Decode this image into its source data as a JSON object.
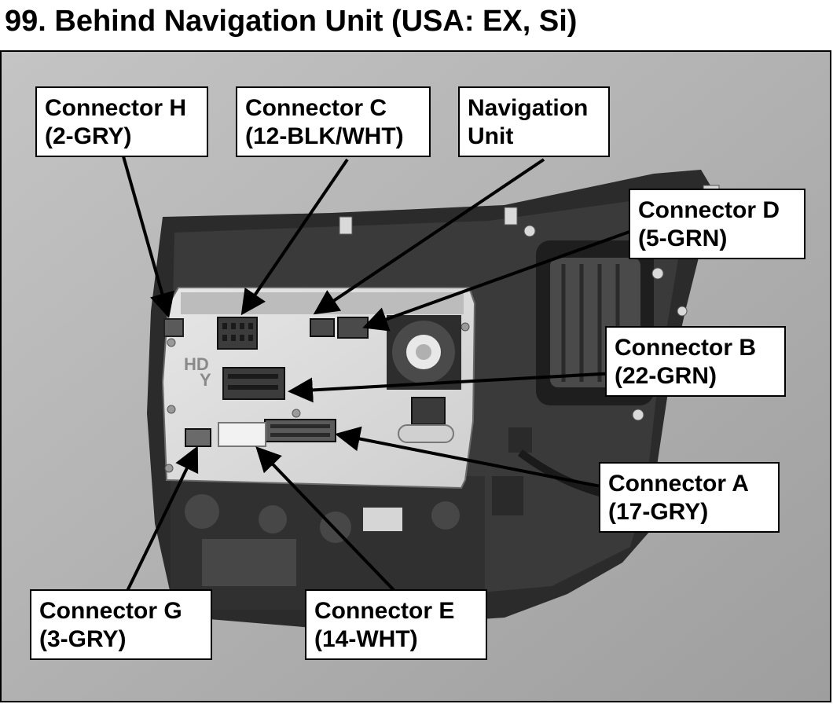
{
  "title": "99. Behind Navigation Unit (USA: EX, Si)",
  "photo_letters": "HDY",
  "callouts": {
    "connector_h": {
      "line1": "Connector H",
      "line2": "(2-GRY)"
    },
    "connector_c": {
      "line1": "Connector C",
      "line2": "(12-BLK/WHT)"
    },
    "navigation_unit": {
      "line1": "Navigation",
      "line2": "Unit"
    },
    "connector_d": {
      "line1": "Connector D",
      "line2": "(5-GRN)"
    },
    "connector_b": {
      "line1": "Connector B",
      "line2": "(22-GRN)"
    },
    "connector_a": {
      "line1": "Connector A",
      "line2": "(17-GRY)"
    },
    "connector_g": {
      "line1": "Connector G",
      "line2": "(3-GRY)"
    },
    "connector_e": {
      "line1": "Connector E",
      "line2": "(14-WHT)"
    }
  }
}
